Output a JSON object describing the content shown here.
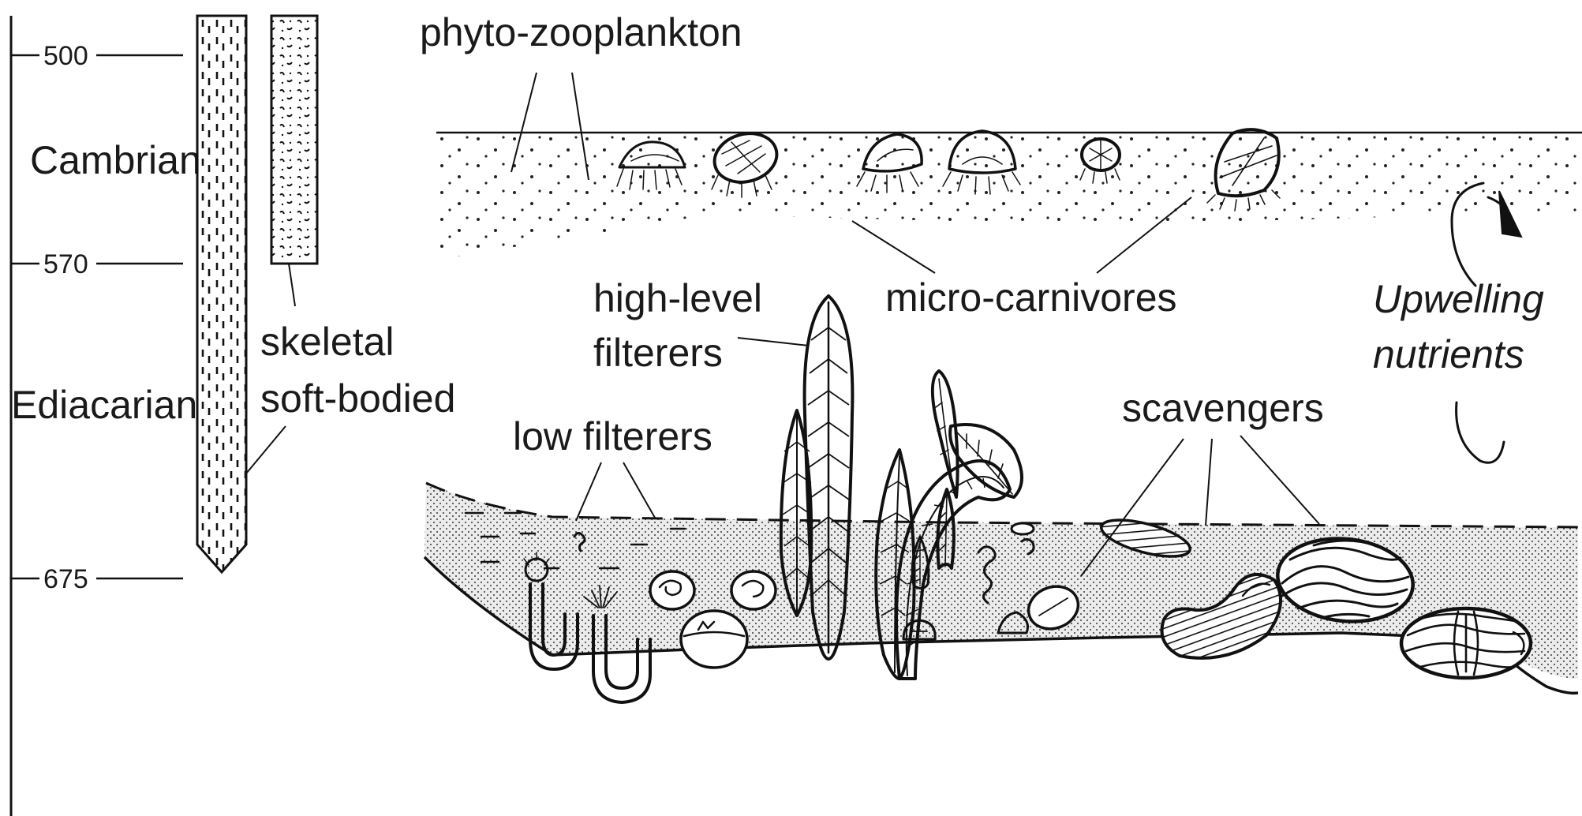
{
  "timescale": {
    "ticks": [
      "500",
      "570",
      "675"
    ],
    "periods": [
      "Cambrian",
      "Ediacarian"
    ]
  },
  "column_labels": {
    "skeletal": "skeletal",
    "soft_bodied": "soft-bodied"
  },
  "ecology_labels": {
    "phyto_zooplankton": "phyto-zooplankton",
    "micro_carnivores": "micro-carnivores",
    "high_level_filterers_1": "high-level",
    "high_level_filterers_2": "filterers",
    "low_filterers": "low filterers",
    "scavengers": "scavengers",
    "upwelling_1": "Upwelling",
    "upwelling_2": "nutrients"
  },
  "colors": {
    "ink": "#111111",
    "background": "#ffffff"
  }
}
